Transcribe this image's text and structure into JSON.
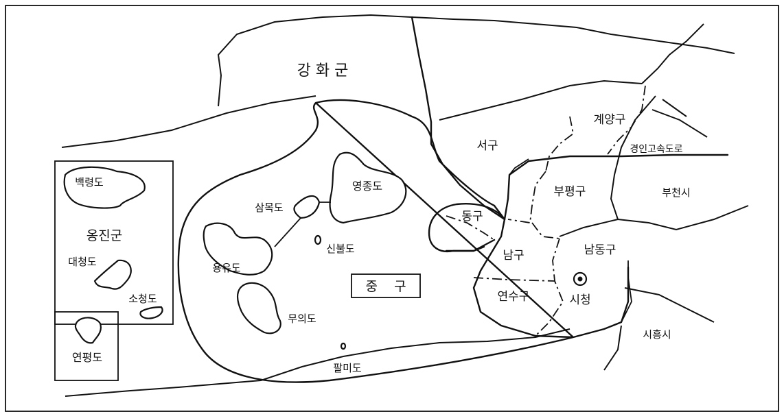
{
  "districts": {
    "ganghwa": "강 화 군",
    "gyeyang": "계양구",
    "seo": "서구",
    "bupyeong": "부평구",
    "dong": "동구",
    "nam": "남구",
    "namdong": "남동구",
    "yeonsu": "연수구",
    "jung": "중    구",
    "ongjin": "옹진군"
  },
  "islands": {
    "baengnyeong": "백령도",
    "daecheong": "대청도",
    "socheong": "소청도",
    "yeonpyeong": "연평도",
    "yeongjong": "영종도",
    "sammok": "삼목도",
    "sinbul": "신불도",
    "yongyu": "용유도",
    "muui": "무의도",
    "palmi": "팔미도"
  },
  "neighbors": {
    "bucheon": "부천시",
    "siheung": "시흥시"
  },
  "roads": {
    "expressway": "경인고속도로"
  },
  "city_hall": "시청",
  "colors": {
    "ink": "#111111",
    "paper": "#ffffff"
  }
}
